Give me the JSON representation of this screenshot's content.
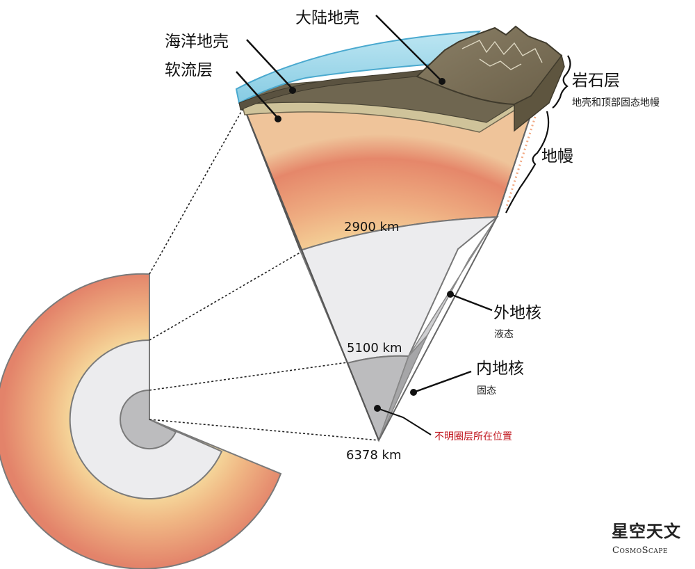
{
  "labels": {
    "continental_crust": "大陆地壳",
    "oceanic_crust": "海洋地壳",
    "asthenosphere": "软流层",
    "lithosphere": "岩石层",
    "lithosphere_desc": "地壳和顶部固态地幔",
    "mantle": "地幔",
    "outer_core": "外地核",
    "outer_core_state": "液态",
    "inner_core": "内地核",
    "inner_core_state": "固态",
    "unknown_layer": "不明圈层所在位置"
  },
  "depths": {
    "mantle_core_boundary": "2900 km",
    "inner_core_boundary": "5100 km",
    "center": "6378 km"
  },
  "brand": {
    "chinese": "星空天文",
    "english": "CosmoScape"
  },
  "colors": {
    "ocean": "#9ed8ea",
    "mantle_hot": "#e8876a",
    "mantle_cool": "#f3d898",
    "outer_core": "#ececee",
    "inner_core": "#bcbcbe",
    "rock": "#7a6e57",
    "unknown_label": "#c0141c"
  }
}
